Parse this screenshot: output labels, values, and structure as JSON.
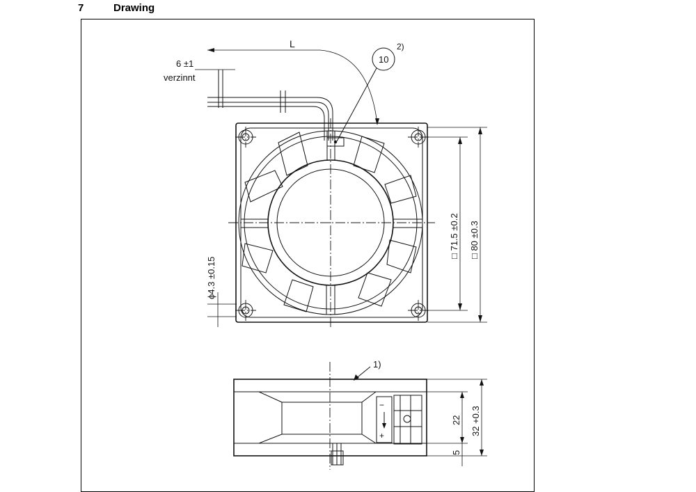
{
  "section": {
    "number": "7",
    "title": "Drawing"
  },
  "top_view": {
    "length_label": "L",
    "strip_length": "6 ±1",
    "strip_note": "verzinnt",
    "callout_number": "10",
    "callout_note": "2)",
    "hole_diameter": "ϕ4.3 ±0.15",
    "hole_pitch": "□ 71.5 ±0.2",
    "frame_size": "□ 80 ±0.3"
  },
  "side_view": {
    "callout_note": "1)",
    "depth_body": "22",
    "depth_total": "32 +0.3",
    "flange": "5",
    "polarity_minus": "−",
    "polarity_plus": "+"
  }
}
